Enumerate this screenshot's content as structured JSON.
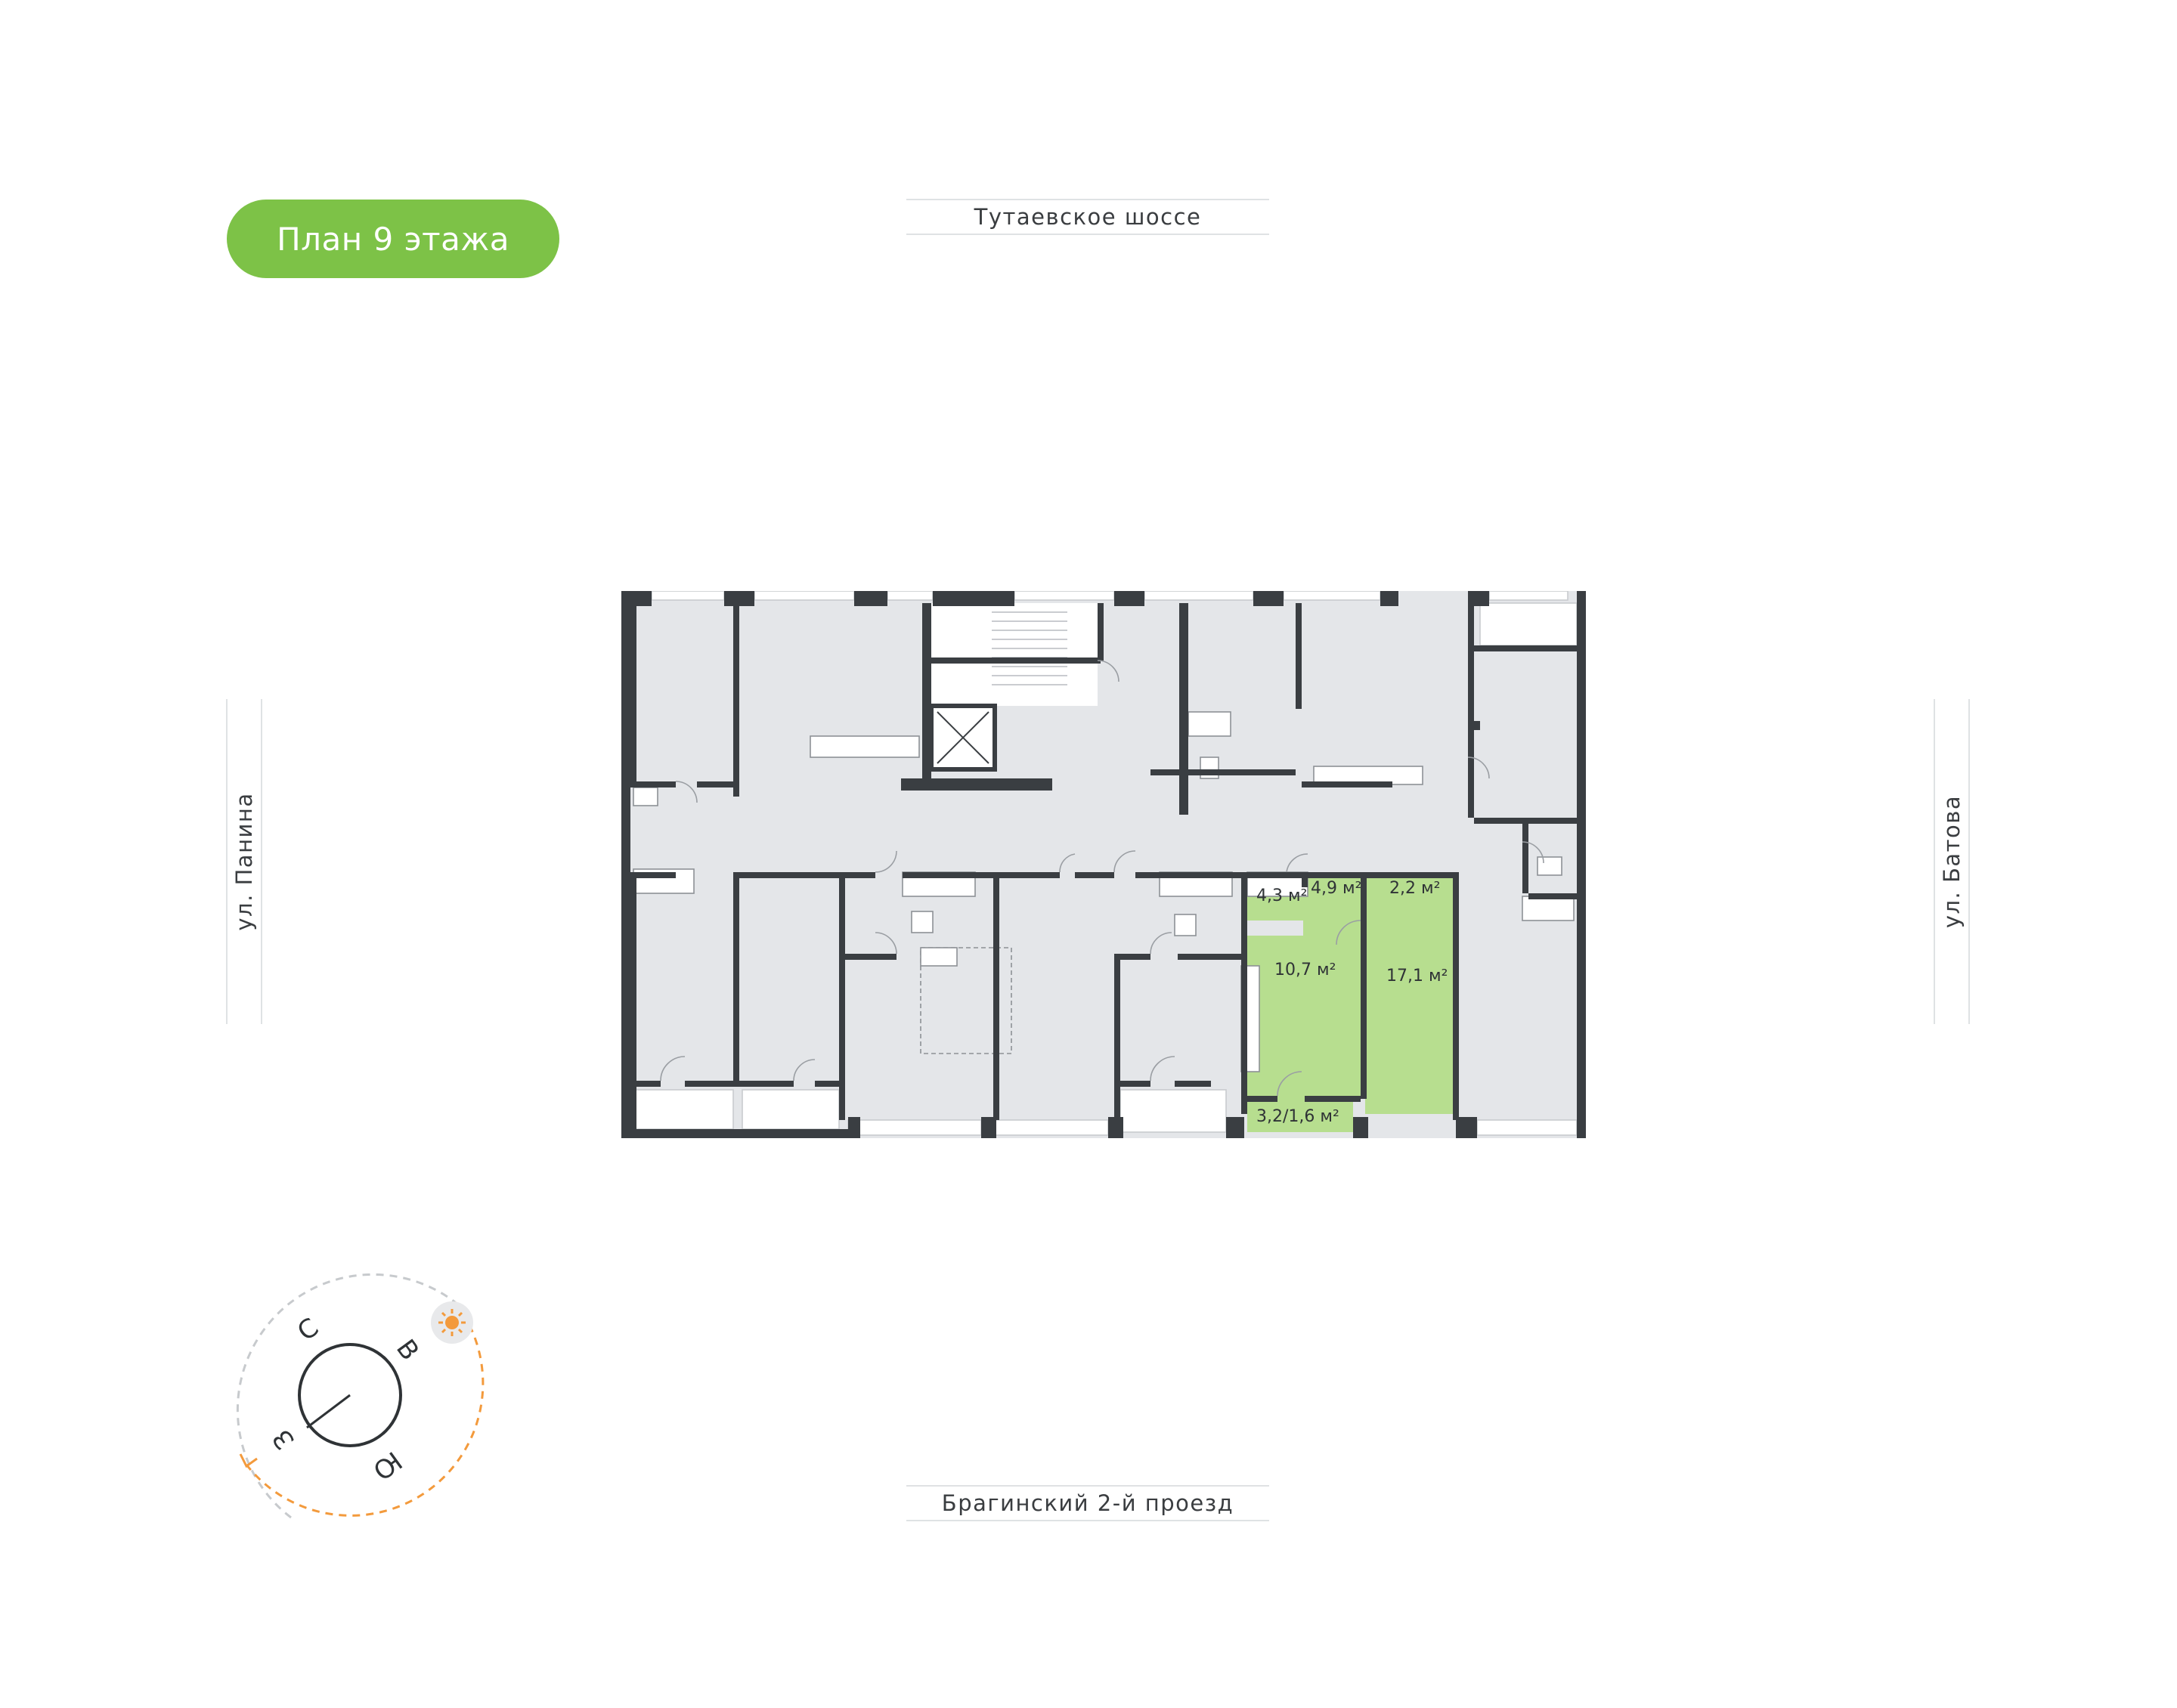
{
  "floor_badge": {
    "label": "План 9 этажа"
  },
  "streets": {
    "top": "Тутаевское шоссе",
    "bottom": "Брагинский 2-й проезд",
    "left": "ул. Панина",
    "right": "ул. Батова"
  },
  "highlighted_apartment": {
    "rooms": [
      {
        "label": "4,3 м²"
      },
      {
        "label": "4,9 м²"
      },
      {
        "label": "2,2 м²"
      },
      {
        "label": "10,7 м²"
      },
      {
        "label": "17,1 м²"
      },
      {
        "label": "3,2/1,6 м²"
      }
    ]
  },
  "compass": {
    "north": "С",
    "east": "В",
    "south": "Ю",
    "west": "З",
    "sun_icon": "sun-icon"
  },
  "colors": {
    "accent_green": "#7dc247",
    "apartment_fill": "#b7de8f",
    "wall": "#3a3e42",
    "room_fill": "#e4e6e9",
    "sun_path": "#f39a3c"
  }
}
